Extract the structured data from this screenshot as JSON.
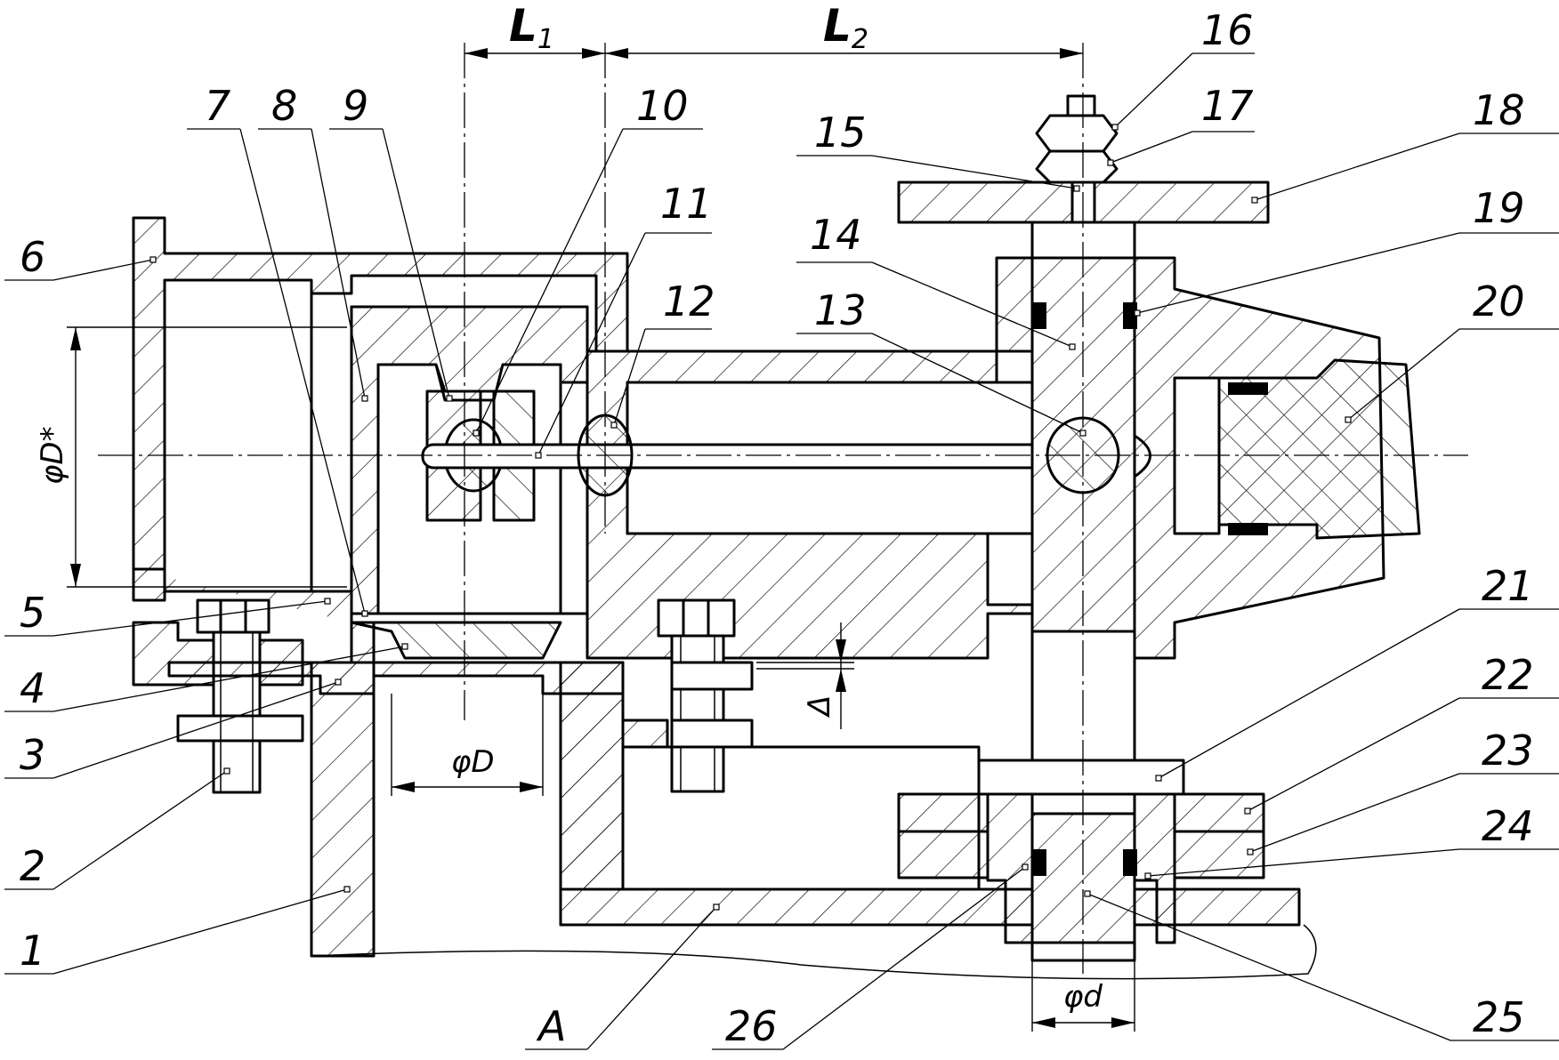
{
  "part_labels": [
    {
      "id": "1",
      "text": "1"
    },
    {
      "id": "2",
      "text": "2"
    },
    {
      "id": "3",
      "text": "3"
    },
    {
      "id": "4",
      "text": "4"
    },
    {
      "id": "5",
      "text": "5"
    },
    {
      "id": "6",
      "text": "6"
    },
    {
      "id": "7",
      "text": "7"
    },
    {
      "id": "8",
      "text": "8"
    },
    {
      "id": "9",
      "text": "9"
    },
    {
      "id": "10",
      "text": "10"
    },
    {
      "id": "11",
      "text": "11"
    },
    {
      "id": "12",
      "text": "12"
    },
    {
      "id": "13",
      "text": "13"
    },
    {
      "id": "14",
      "text": "14"
    },
    {
      "id": "15",
      "text": "15"
    },
    {
      "id": "16",
      "text": "16"
    },
    {
      "id": "17",
      "text": "17"
    },
    {
      "id": "18",
      "text": "18"
    },
    {
      "id": "19",
      "text": "19"
    },
    {
      "id": "20",
      "text": "20"
    },
    {
      "id": "21",
      "text": "21"
    },
    {
      "id": "22",
      "text": "22"
    },
    {
      "id": "23",
      "text": "23"
    },
    {
      "id": "24",
      "text": "24"
    },
    {
      "id": "25",
      "text": "25"
    },
    {
      "id": "26",
      "text": "26"
    },
    {
      "id": "A",
      "text": "A"
    }
  ],
  "dimensions": {
    "L1": {
      "main": "L",
      "sub": "1"
    },
    "L2": {
      "main": "L",
      "sub": "2"
    },
    "D_star": "φD*",
    "D": "φD",
    "d": "φd",
    "delta": "Δ"
  }
}
